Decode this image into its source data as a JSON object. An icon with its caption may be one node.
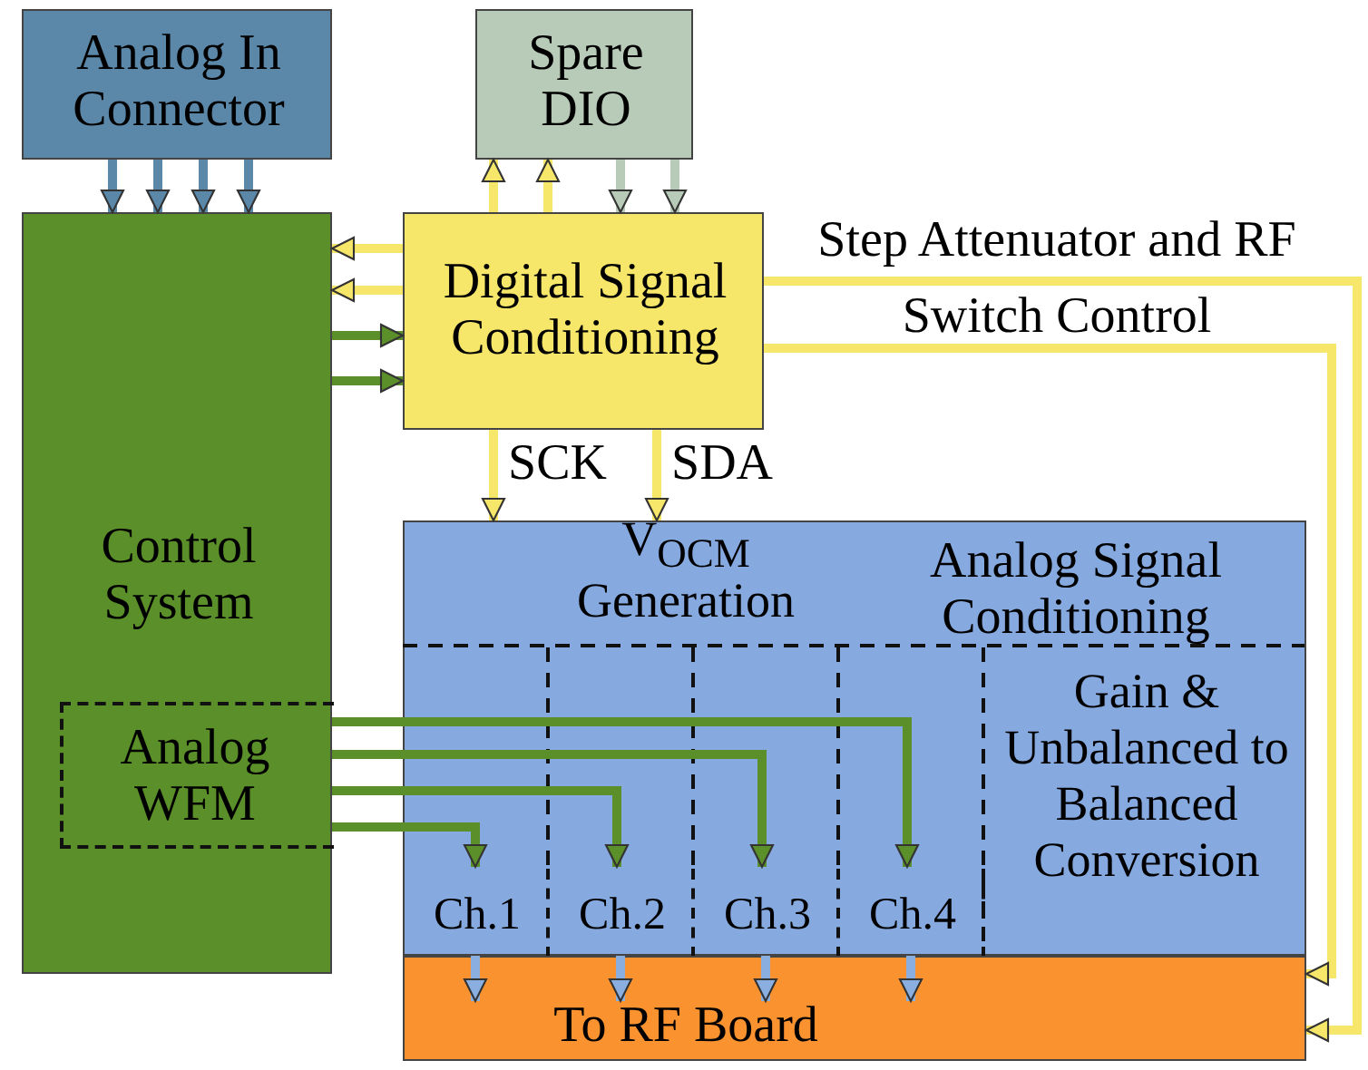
{
  "diagram": {
    "nodes": [
      {
        "text": [
          "Analog In Connector"
        ]
      },
      {
        "text": [
          "Spare DIO"
        ]
      },
      {
        "text": [
          "Control System"
        ]
      },
      {
        "text": [
          "Analog WFM"
        ],
        "in": 2
      },
      {
        "text": [
          "Digital Signal Conditioning"
        ]
      },
      {
        "text": [
          "Analog Signal Conditioning"
        ]
      },
      {
        "text": [
          "V$_{OCM}$ Generation"
        ],
        "in": 5
      },
      {
        "text": [
          "Ch.1"
        ],
        "in": 5
      },
      {
        "text": [
          "Ch.2"
        ],
        "in": 5
      },
      {
        "text": [
          "Ch.3"
        ],
        "in": 5
      },
      {
        "text": [
          "Ch.4"
        ],
        "in": 5
      },
      {
        "text": [
          "Gain & Unbalanced to Balanced Conversion"
        ],
        "in": 5
      },
      {
        "text": [
          "To RF Board"
        ]
      }
    ],
    "edges": [
      {
        "from": 0,
        "to": 2,
        "arrow": "to",
        "color": "#5b87a8"
      },
      {
        "from": 0,
        "to": 2,
        "arrow": "to",
        "color": "#5b87a8"
      },
      {
        "from": 0,
        "to": 2,
        "arrow": "to",
        "color": "#5b87a8"
      },
      {
        "from": 0,
        "to": 2,
        "arrow": "to",
        "color": "#5b87a8"
      },
      {
        "from": 4,
        "to": 1,
        "arrow": "to"
      },
      {
        "from": 4,
        "to": 1,
        "arrow": "to"
      },
      {
        "from": 1,
        "to": 4,
        "arrow": "to",
        "color": "#b8cbb8"
      },
      {
        "from": 1,
        "to": 4,
        "arrow": "to",
        "color": "#b8cbb8"
      },
      {
        "from": 4,
        "to": 2,
        "arrow": "to"
      },
      {
        "from": 4,
        "to": 2,
        "arrow": "to"
      },
      {
        "from": 2,
        "to": 4,
        "arrow": "to",
        "color": "#5a8f29"
      },
      {
        "from": 2,
        "to": 4,
        "arrow": "to",
        "color": "#5a8f29"
      },
      {
        "from": 4,
        "to": 5,
        "arrow": "to",
        "label": "SCK"
      },
      {
        "from": 4,
        "to": 5,
        "arrow": "to",
        "label": "SDA"
      },
      {
        "from": 4,
        "to": 12,
        "arrow": "to",
        "label": "Step Attenuator and RF Switch Control"
      },
      {
        "from": 4,
        "to": 12,
        "arrow": "to"
      },
      {
        "from": 3,
        "to": 10,
        "arrow": "to",
        "color": "#5a8f29"
      },
      {
        "from": 3,
        "to": 9,
        "arrow": "to",
        "color": "#5a8f29"
      },
      {
        "from": 3,
        "to": 8,
        "arrow": "to",
        "color": "#5a8f29"
      },
      {
        "from": 3,
        "to": 7,
        "arrow": "to",
        "color": "#5a8f29"
      },
      {
        "from": 7,
        "to": 12,
        "arrow": "to",
        "color": "#8aaee0"
      },
      {
        "from": 8,
        "to": 12,
        "arrow": "to",
        "color": "#8aaee0"
      },
      {
        "from": 9,
        "to": 12,
        "arrow": "to",
        "color": "#8aaee0"
      },
      {
        "from": 10,
        "to": 12,
        "arrow": "to",
        "color": "#8aaee0"
      }
    ]
  }
}
